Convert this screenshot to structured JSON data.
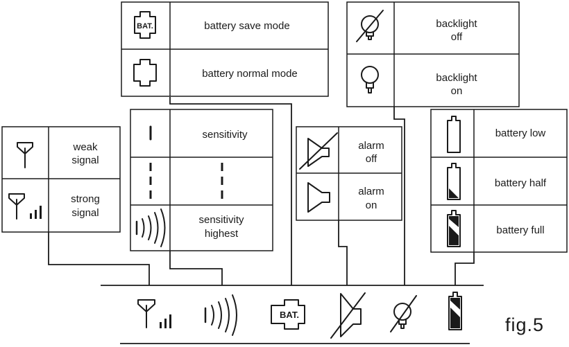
{
  "labels": {
    "battery_save_mode": "battery save mode",
    "battery_normal_mode": "battery normal mode",
    "backlight_off": [
      "backlight",
      "off"
    ],
    "backlight_on": [
      "backlight",
      "on"
    ],
    "weak_signal": [
      "weak",
      "signal"
    ],
    "strong_signal": [
      "strong",
      "signal"
    ],
    "sensitivity": "sensitivity",
    "sensitivity_highest": [
      "sensitivity",
      "highest"
    ],
    "alarm_off": [
      "alarm",
      "off"
    ],
    "alarm_on": [
      "alarm",
      "on"
    ],
    "battery_low": "battery low",
    "battery_half": "battery half",
    "battery_full": "battery full",
    "bat_badge": "BAT.",
    "figure": "fig.5"
  },
  "icons": {
    "battery_save_mode": "battery-save-icon",
    "battery_normal_mode": "battery-normal-icon",
    "backlight_off": "backlight-off-icon",
    "backlight_on": "backlight-on-icon",
    "weak_signal": "antenna-weak-icon",
    "strong_signal": "antenna-strong-icon",
    "sensitivity": "sensitivity-low-icon",
    "sensitivity_mid": "sensitivity-mid-icon",
    "sensitivity_highest": "sensitivity-highest-icon",
    "alarm_off": "speaker-off-icon",
    "alarm_on": "speaker-on-icon",
    "battery_low": "battery-low-icon",
    "battery_half": "battery-half-icon",
    "battery_full": "battery-full-icon"
  },
  "colors": {
    "ink": "#1a1a1a",
    "background": "#ffffff"
  }
}
